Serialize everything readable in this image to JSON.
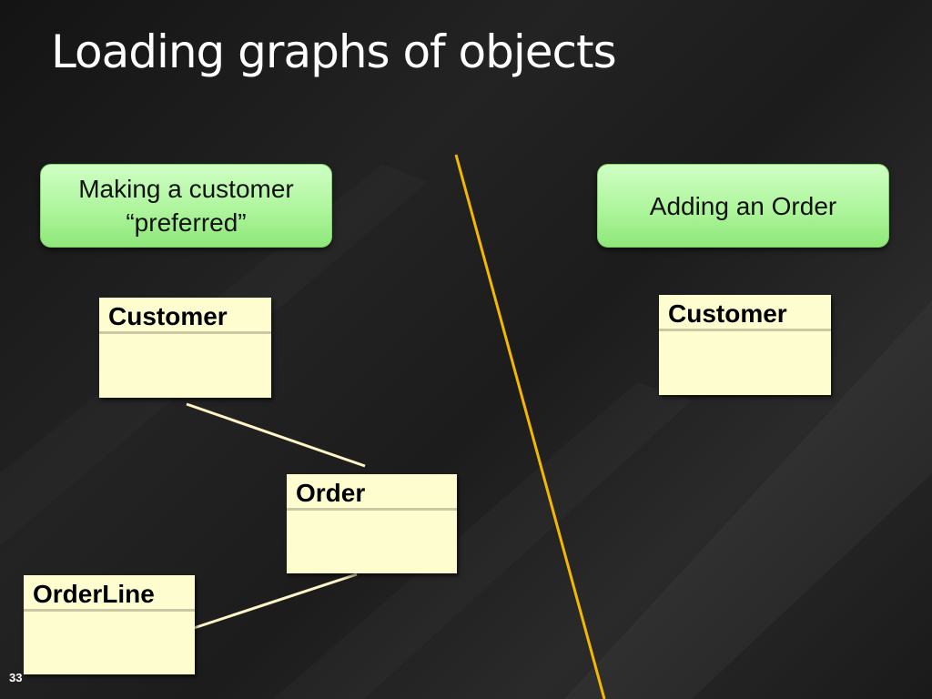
{
  "slide": {
    "title": "Loading graphs of objects",
    "number": "33"
  },
  "left": {
    "scenario_line1": "Making a customer",
    "scenario_line2": "“preferred”",
    "customer": "Customer",
    "order": "Order",
    "orderline": "OrderLine"
  },
  "right": {
    "scenario": "Adding an Order",
    "customer": "Customer"
  },
  "colors": {
    "divider": "#f5b800",
    "connector": "#fdf5c8",
    "green": "#aef59c",
    "entity": "#fefdd0"
  }
}
